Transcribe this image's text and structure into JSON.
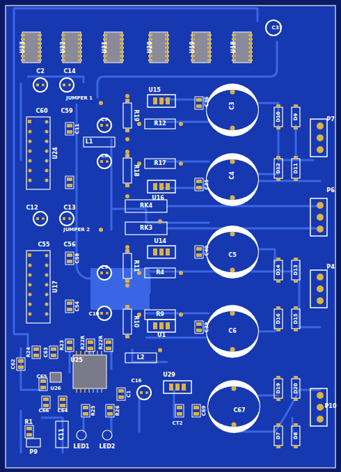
{
  "diagram": {
    "labels": [
      "U23",
      "U22",
      "U21",
      "U20",
      "U19",
      "U18",
      "C37",
      "C2",
      "C14",
      "JUMPER 1",
      "C60",
      "C59",
      "C11",
      "C7",
      "L1",
      "R19",
      "U15",
      "C36",
      "C3",
      "D10",
      "D9",
      "P7",
      "R12",
      "C8",
      "R18",
      "R17",
      "C4",
      "D12",
      "D11",
      "U16",
      "C35",
      "P6",
      "RK4",
      "RK3",
      "C12",
      "C13",
      "JUMPER 2",
      "C55",
      "C56",
      "U24",
      "U17",
      "C58",
      "C9",
      "R11",
      "U14",
      "C40",
      "C5",
      "D14",
      "D13",
      "P4",
      "R4",
      "C54",
      "C10",
      "R10",
      "R9",
      "U1",
      "C39",
      "C6",
      "D16",
      "D15",
      "C62",
      "R24",
      "C63",
      "R23",
      "R22R",
      "R22R",
      "U25",
      "L2",
      "C65",
      "U26",
      "C16",
      "U29",
      "C66",
      "C64",
      "C1",
      "R25",
      "R26",
      "CT2",
      "C69",
      "C67",
      "D19",
      "D20",
      "P10",
      "D7",
      "D8",
      "R1",
      "P9",
      "C11",
      "LED1",
      "LED2"
    ]
  }
}
